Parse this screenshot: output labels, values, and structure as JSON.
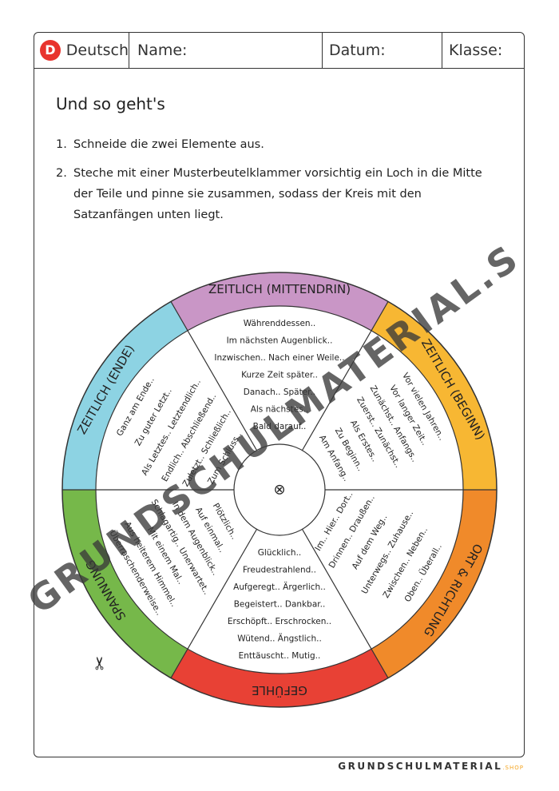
{
  "header": {
    "logo_letter": "D",
    "subject": "Deutsch",
    "name_label": "Name:",
    "date_label": "Datum:",
    "class_label": "Klasse:"
  },
  "title": "Und so geht's",
  "steps": [
    {
      "num": "1.",
      "text": "Schneide die zwei Elemente aus."
    },
    {
      "num": "2.",
      "text": "Steche mit einer Musterbeutelklammer vorsichtig ein Loch in die Mitte der Teile und pinne sie zusammen, sodass der Kreis mit den Satzanfängen unten liegt."
    }
  ],
  "colors": {
    "mitte": "#c996c6",
    "beginn": "#f7b733",
    "ort": "#f08a2a",
    "gefuehle": "#e84135",
    "spannung": "#76b84a",
    "ende": "#8dd3e3"
  },
  "wheel": {
    "sectors": [
      {
        "label": "ZEITLICH (MITTENDRIN)",
        "items": [
          "Währenddessen..",
          "Im nächsten Augenblick..",
          "Inzwischen.. Nach einer Weile..",
          "Kurze Zeit später..",
          "Danach.. Später..",
          "Als nächstes..",
          "Bald darauf.."
        ]
      },
      {
        "label": "ZEITLICH (BEGINN)",
        "items": [
          "Vor vielen Jahren..",
          "Vor langer Zeit..",
          "Zunächst.. Anfangs..",
          "Zuerst.. Zunächst..",
          "Als Erstes..",
          "Zu Beginn..",
          "Am Anfang.."
        ]
      },
      {
        "label": "ORT & RICHTUNG",
        "items": [
          "Im.. Hier.. Dort..",
          "Drinnen.. Draußen..",
          "Auf dem Weg..",
          "Unterwegs.. Zuhause..",
          "Zwischen.. Neben..",
          "Oben.. Überall.."
        ]
      },
      {
        "label": "GEFÜHLE",
        "items": [
          "Glücklich..",
          "Freudestrahlend..",
          "Aufgeregt.. Ärgerlich..",
          "Begeistert.. Dankbar..",
          "Erschöpft.. Erschrocken..",
          "Wütend.. Ängstlich..",
          "Enttäuscht.. Mutig.."
        ]
      },
      {
        "label": "SPANNUNG",
        "items": [
          "Plötzlich..",
          "Auf einmal..",
          "In dem Augenblick..",
          "Schlagartig.. Unerwartet..",
          "Mit einem Mal..",
          "Aus heiterem Himmel..",
          "Überraschenderweise.."
        ]
      },
      {
        "label": "ZEITLICH (ENDE)",
        "items": [
          "Ganz am Ende..",
          "Zu guter Letzt..",
          "Als Letztes.. Letztendlich..",
          "Endlich.. Abschließend..",
          "Zuletzt.. Schließlich..",
          "Zum Schluss.."
        ]
      }
    ],
    "center_symbol": "⊗"
  },
  "watermark": "GRUNDSCHULMATERIAL.SHOP",
  "footer": {
    "brand": "GRUNDSCHULMATERIAL",
    "shop": ".SHOP"
  }
}
